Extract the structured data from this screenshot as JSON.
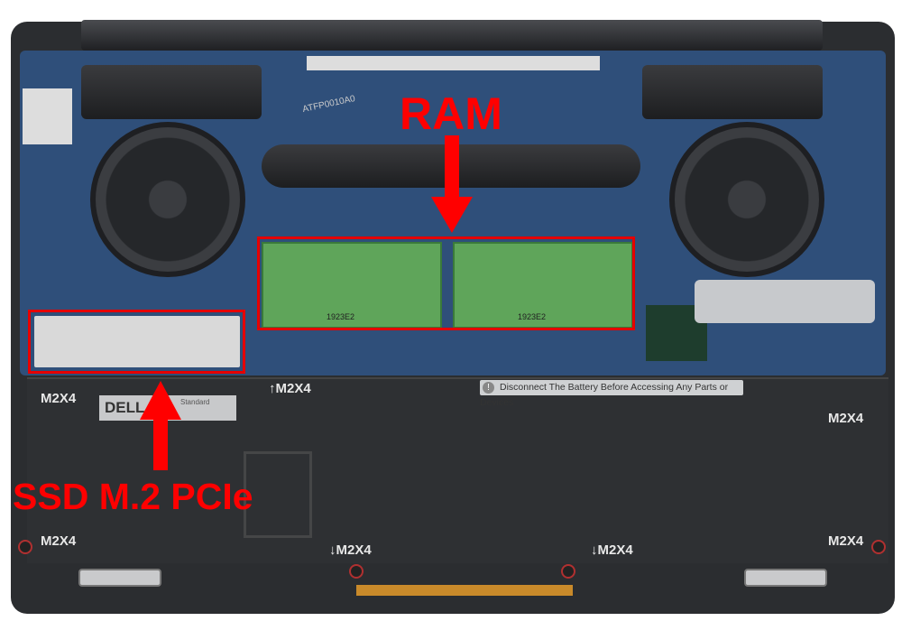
{
  "annotations": {
    "ram": "RAM",
    "ssd": "SSD M.2 PCIe",
    "color": "#ff0000"
  },
  "board": {
    "label_top": "ATFP0010A0"
  },
  "ram_modules": [
    {
      "label": "1923E2"
    },
    {
      "label": "1923E2"
    }
  ],
  "battery": {
    "warning": "Disconnect The Battery Before Accessing Any Parts or Devices",
    "brand": "DELL",
    "type_line": "Standard",
    "screw_labels": [
      "M2X4",
      "M2X4",
      "M2X4",
      "M2X4",
      "M2X4",
      "M2X4",
      "M2X4"
    ]
  }
}
